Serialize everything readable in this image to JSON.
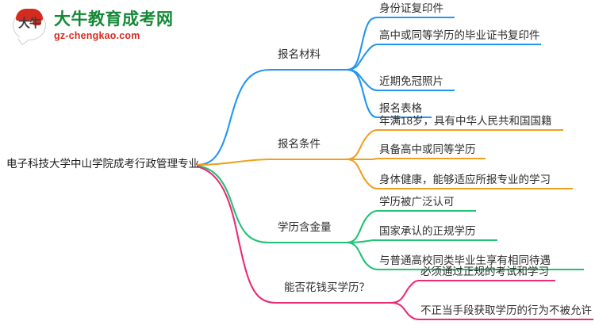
{
  "logo": {
    "mark_text": "大牛",
    "title": "大牛教育成考网",
    "subtitle": "gz-chengkao.com",
    "title_color": "#138a36",
    "subtitle_color": "#d42b1f",
    "cap_color": "#d42b1f"
  },
  "mindmap": {
    "root": {
      "label": "电子科技大学中山学院成考行政管理专业"
    },
    "branches": [
      {
        "label": "报名材料",
        "color": "#2196F3",
        "children": [
          {
            "label": "身份证复印件"
          },
          {
            "label": "高中或同等学历的毕业证书复印件"
          },
          {
            "label": "近期免冠照片"
          },
          {
            "label": "报名表格"
          }
        ]
      },
      {
        "label": "报名条件",
        "color": "#F0A020",
        "children": [
          {
            "label": "年满18岁，具有中华人民共和国国籍"
          },
          {
            "label": "具备高中或同等学历"
          },
          {
            "label": "身体健康，能够适应所报专业的学习"
          }
        ]
      },
      {
        "label": "学历含金量",
        "color": "#21C274",
        "children": [
          {
            "label": "学历被广泛认可"
          },
          {
            "label": "国家承认的正规学历"
          },
          {
            "label": "与普通高校同类毕业生享有相同待遇"
          }
        ]
      },
      {
        "label": "能否花钱买学历？",
        "color": "#EC2A78",
        "children": [
          {
            "label": "必须通过正规的考试和学习"
          },
          {
            "label": "不正当手段获取学历的行为不被允许"
          }
        ]
      }
    ]
  }
}
